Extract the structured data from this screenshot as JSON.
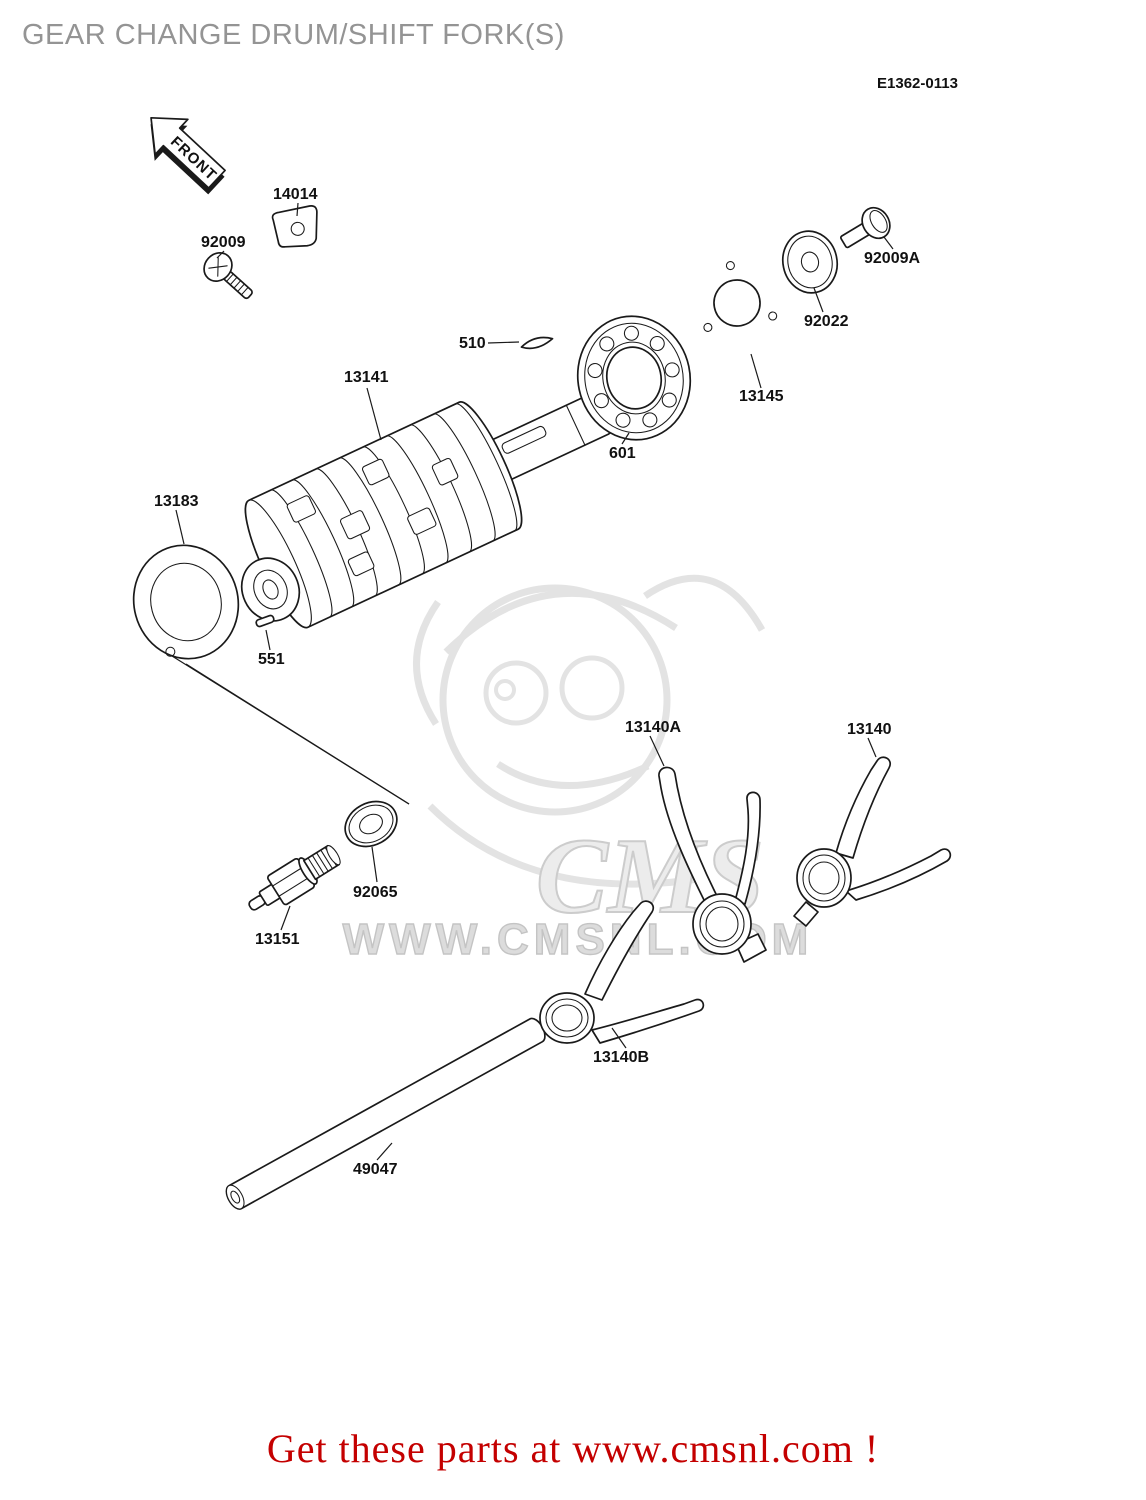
{
  "page": {
    "title": "GEAR CHANGE DRUM/SHIFT FORK(S)",
    "diagram_code": "E1362-0113",
    "footer_text": "Get these parts at www.cmsnl.com !",
    "colors": {
      "diagram_lines": "#1a1a1a",
      "title_gray": "#949494",
      "footer_red": "#c40000",
      "watermark_gray": "#d6d6d6"
    }
  },
  "front_arrow": {
    "label": "FRONT"
  },
  "watermark": {
    "logo_text": "CMS",
    "url_text": "WWW.CMSNL.COM"
  },
  "parts": [
    {
      "label": "92009"
    },
    {
      "label": "14014"
    },
    {
      "label": "92009A"
    },
    {
      "label": "92022"
    },
    {
      "label": "510"
    },
    {
      "label": "13141"
    },
    {
      "label": "13145"
    },
    {
      "label": "601"
    },
    {
      "label": "13183"
    },
    {
      "label": "551"
    },
    {
      "label": "13140A"
    },
    {
      "label": "13140"
    },
    {
      "label": "92065"
    },
    {
      "label": "13151"
    },
    {
      "label": "13140B"
    },
    {
      "label": "49047"
    }
  ]
}
